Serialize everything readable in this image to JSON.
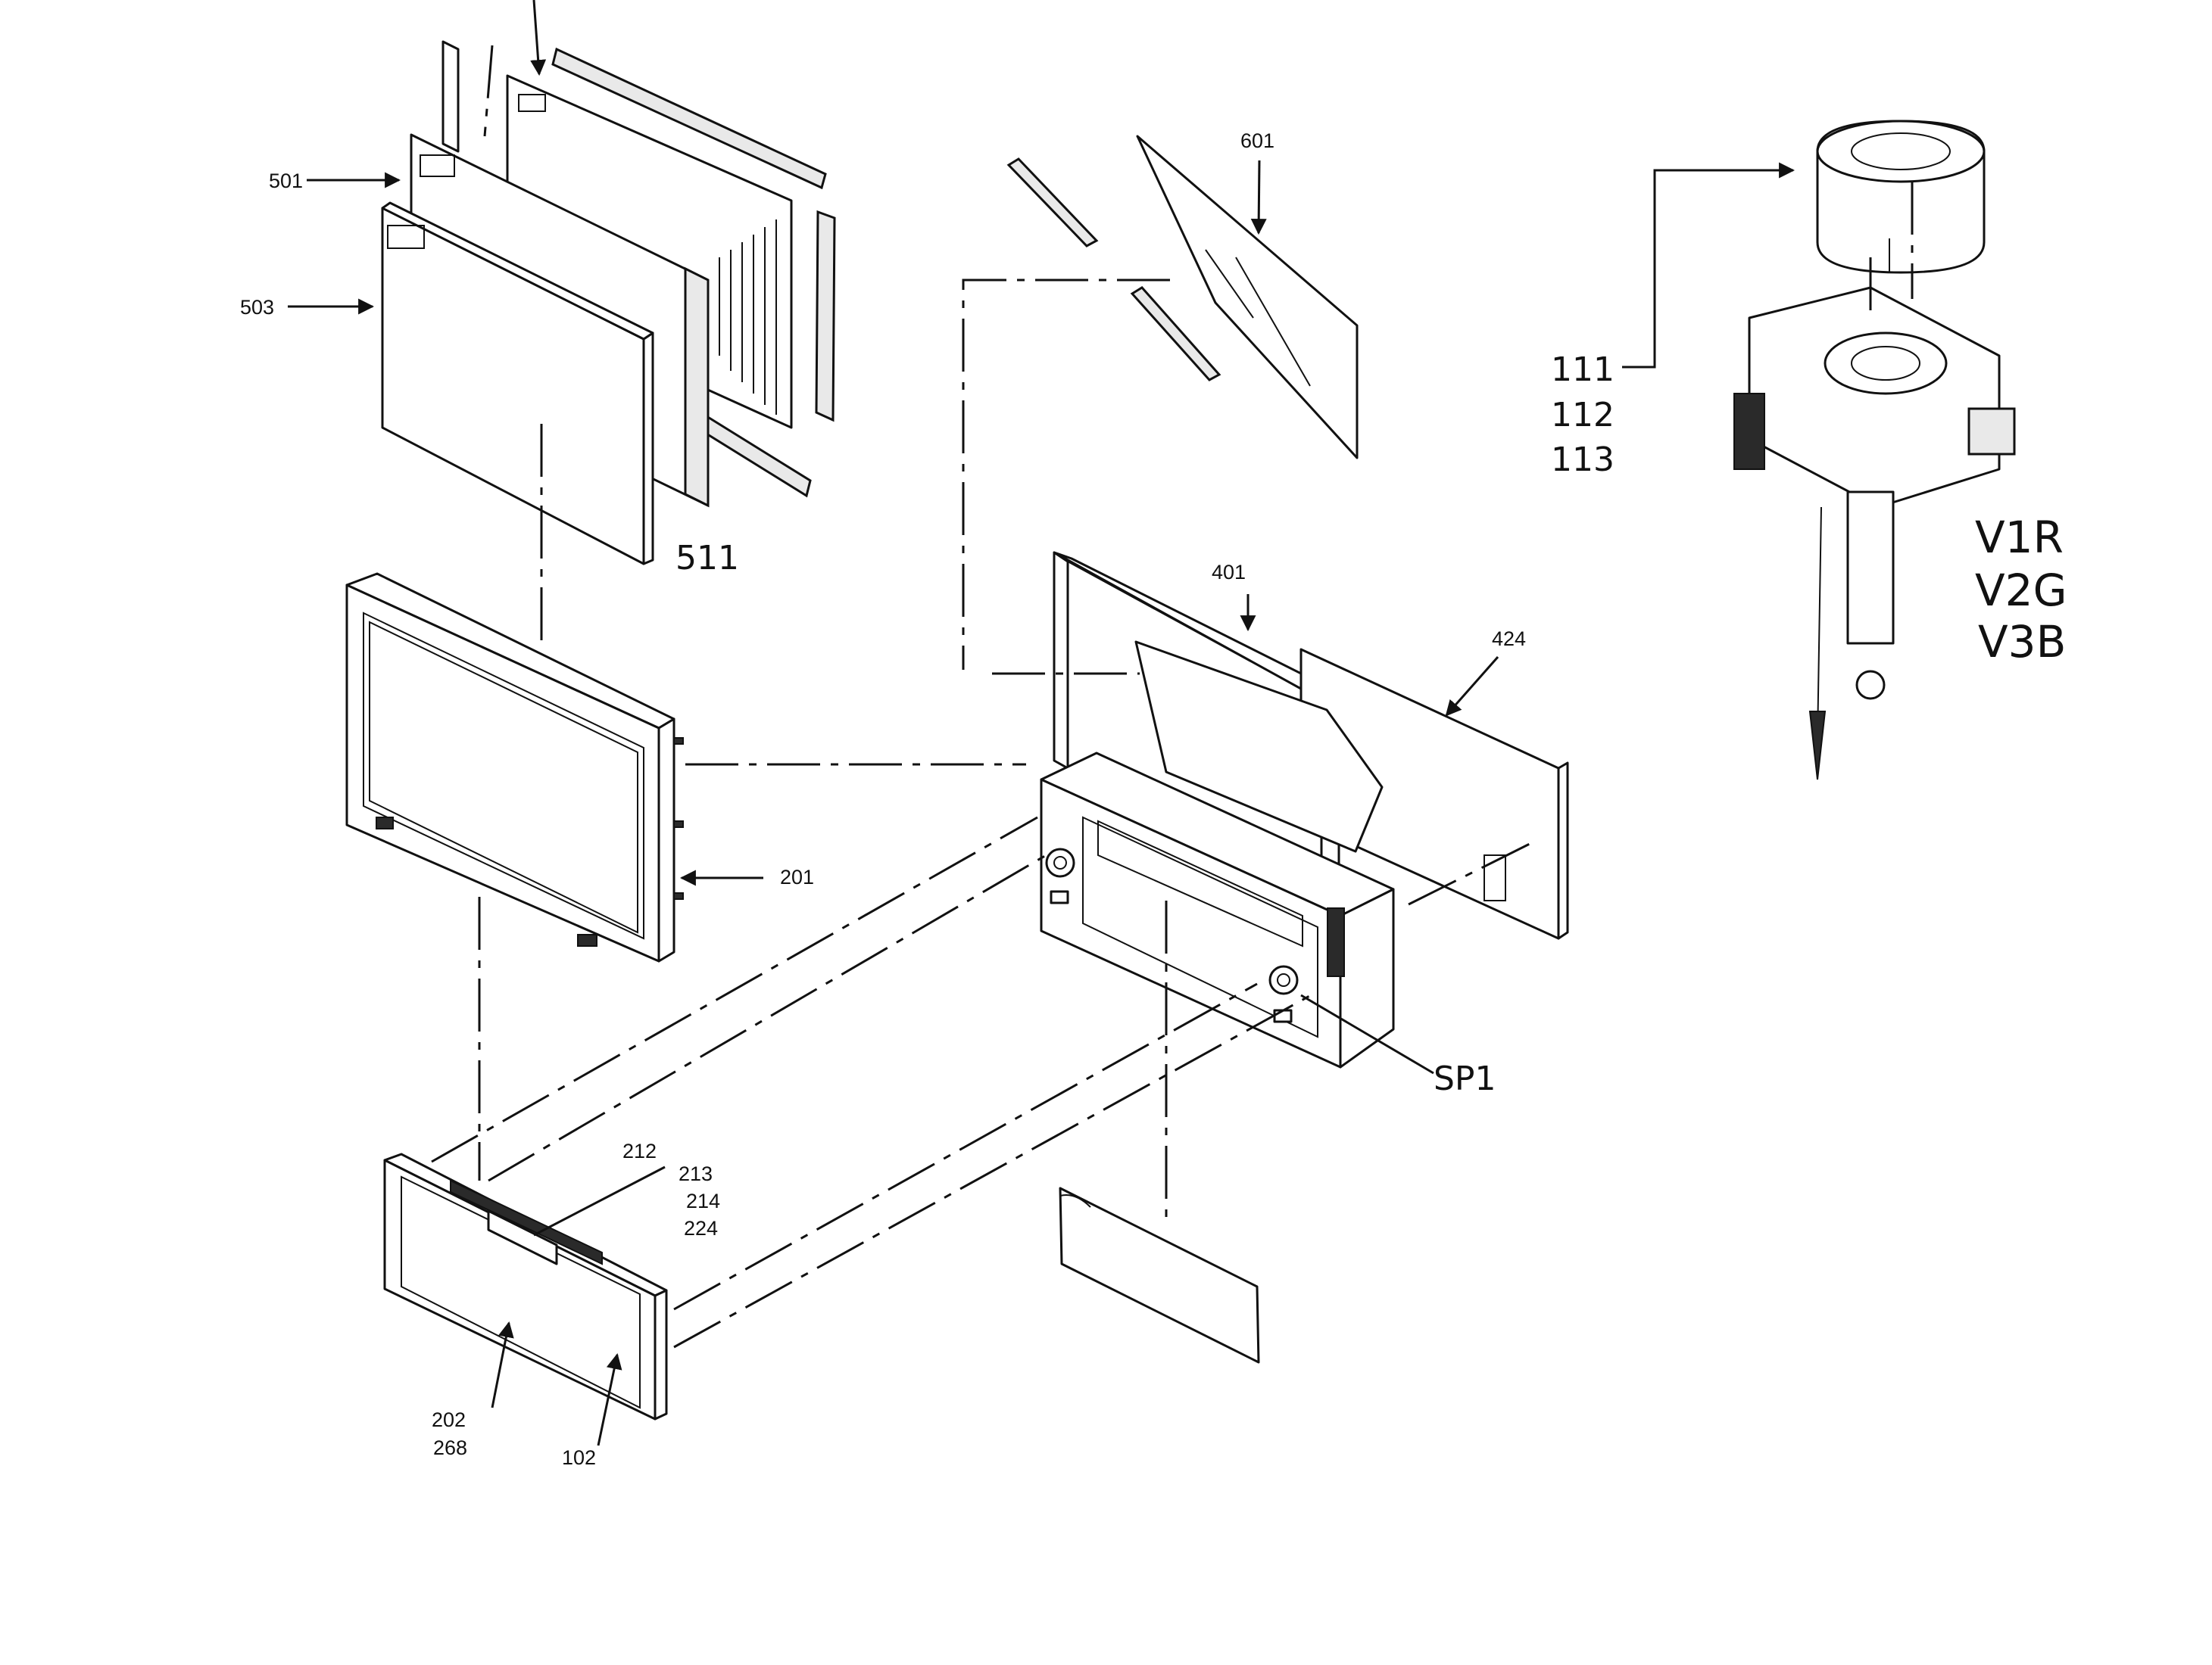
{
  "labels": {
    "p501": "501",
    "p503": "503",
    "p511": "511",
    "p601": "601",
    "p111": "111",
    "p112": "112",
    "p113": "113",
    "v1r": "V1R",
    "v2g": "V2G",
    "v3b": "V3B",
    "p401": "401",
    "p424": "424",
    "p201": "201",
    "sp1": "SP1",
    "p212": "212",
    "p213": "213",
    "p214": "214",
    "p224": "224",
    "p202": "202",
    "p268": "268",
    "p102": "102"
  }
}
